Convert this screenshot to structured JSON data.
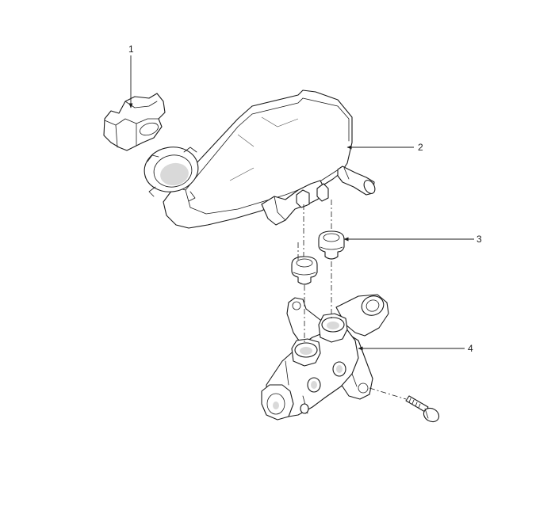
{
  "callouts": [
    {
      "id": "cap",
      "text": "1"
    },
    {
      "id": "reservoir",
      "text": "2"
    },
    {
      "id": "grommet",
      "text": "3"
    },
    {
      "id": "master-cylinder",
      "text": "4"
    }
  ]
}
